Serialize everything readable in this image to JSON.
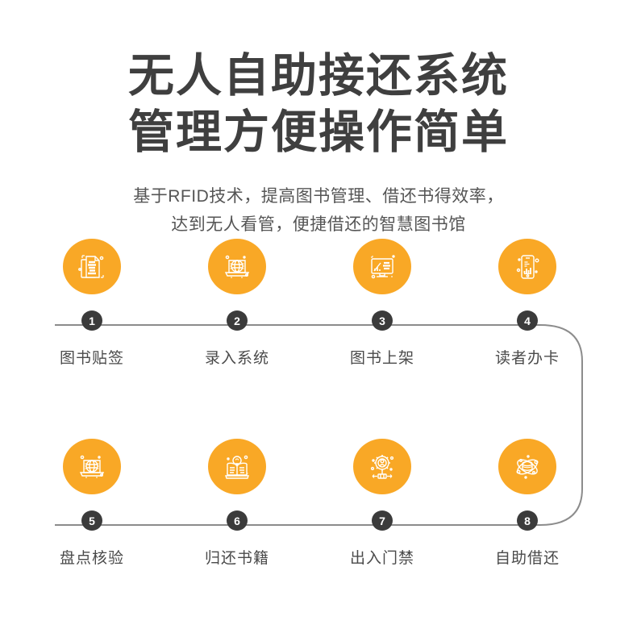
{
  "header": {
    "title_line_1": "无人自助接还系统",
    "title_line_2": "管理方便操作简单",
    "subtitle_line_1": "基于RFID技术，提高图书管理、借还书得效率，",
    "subtitle_line_2": "达到无人看管，便捷借还的智慧图书馆"
  },
  "colors": {
    "accent_orange": "#F9A826",
    "badge_dark": "#3B3B3B",
    "title_dark": "#3F3F3F",
    "line_gray": "#8C8C8C",
    "background": "#FFFFFF"
  },
  "flow": {
    "rows": [
      {
        "steps": [
          {
            "number": "1",
            "label": "图书贴签",
            "icon": "documents-binary-icon"
          },
          {
            "number": "2",
            "label": "录入系统",
            "icon": "laptop-globe-icon"
          },
          {
            "number": "3",
            "label": "图书上架",
            "icon": "monitor-chart-binary-icon"
          },
          {
            "number": "4",
            "label": "读者办卡",
            "icon": "phone-bar-chart-icon"
          }
        ]
      },
      {
        "steps": [
          {
            "number": "5",
            "label": "盘点核验",
            "icon": "laptop-globe-icon"
          },
          {
            "number": "6",
            "label": "归还书籍",
            "icon": "book-lightbulb-icon"
          },
          {
            "number": "7",
            "label": "出入门禁",
            "icon": "gear-person-gate-icon"
          },
          {
            "number": "8",
            "label": "自助借还",
            "icon": "atom-database-icon"
          }
        ]
      }
    ]
  }
}
